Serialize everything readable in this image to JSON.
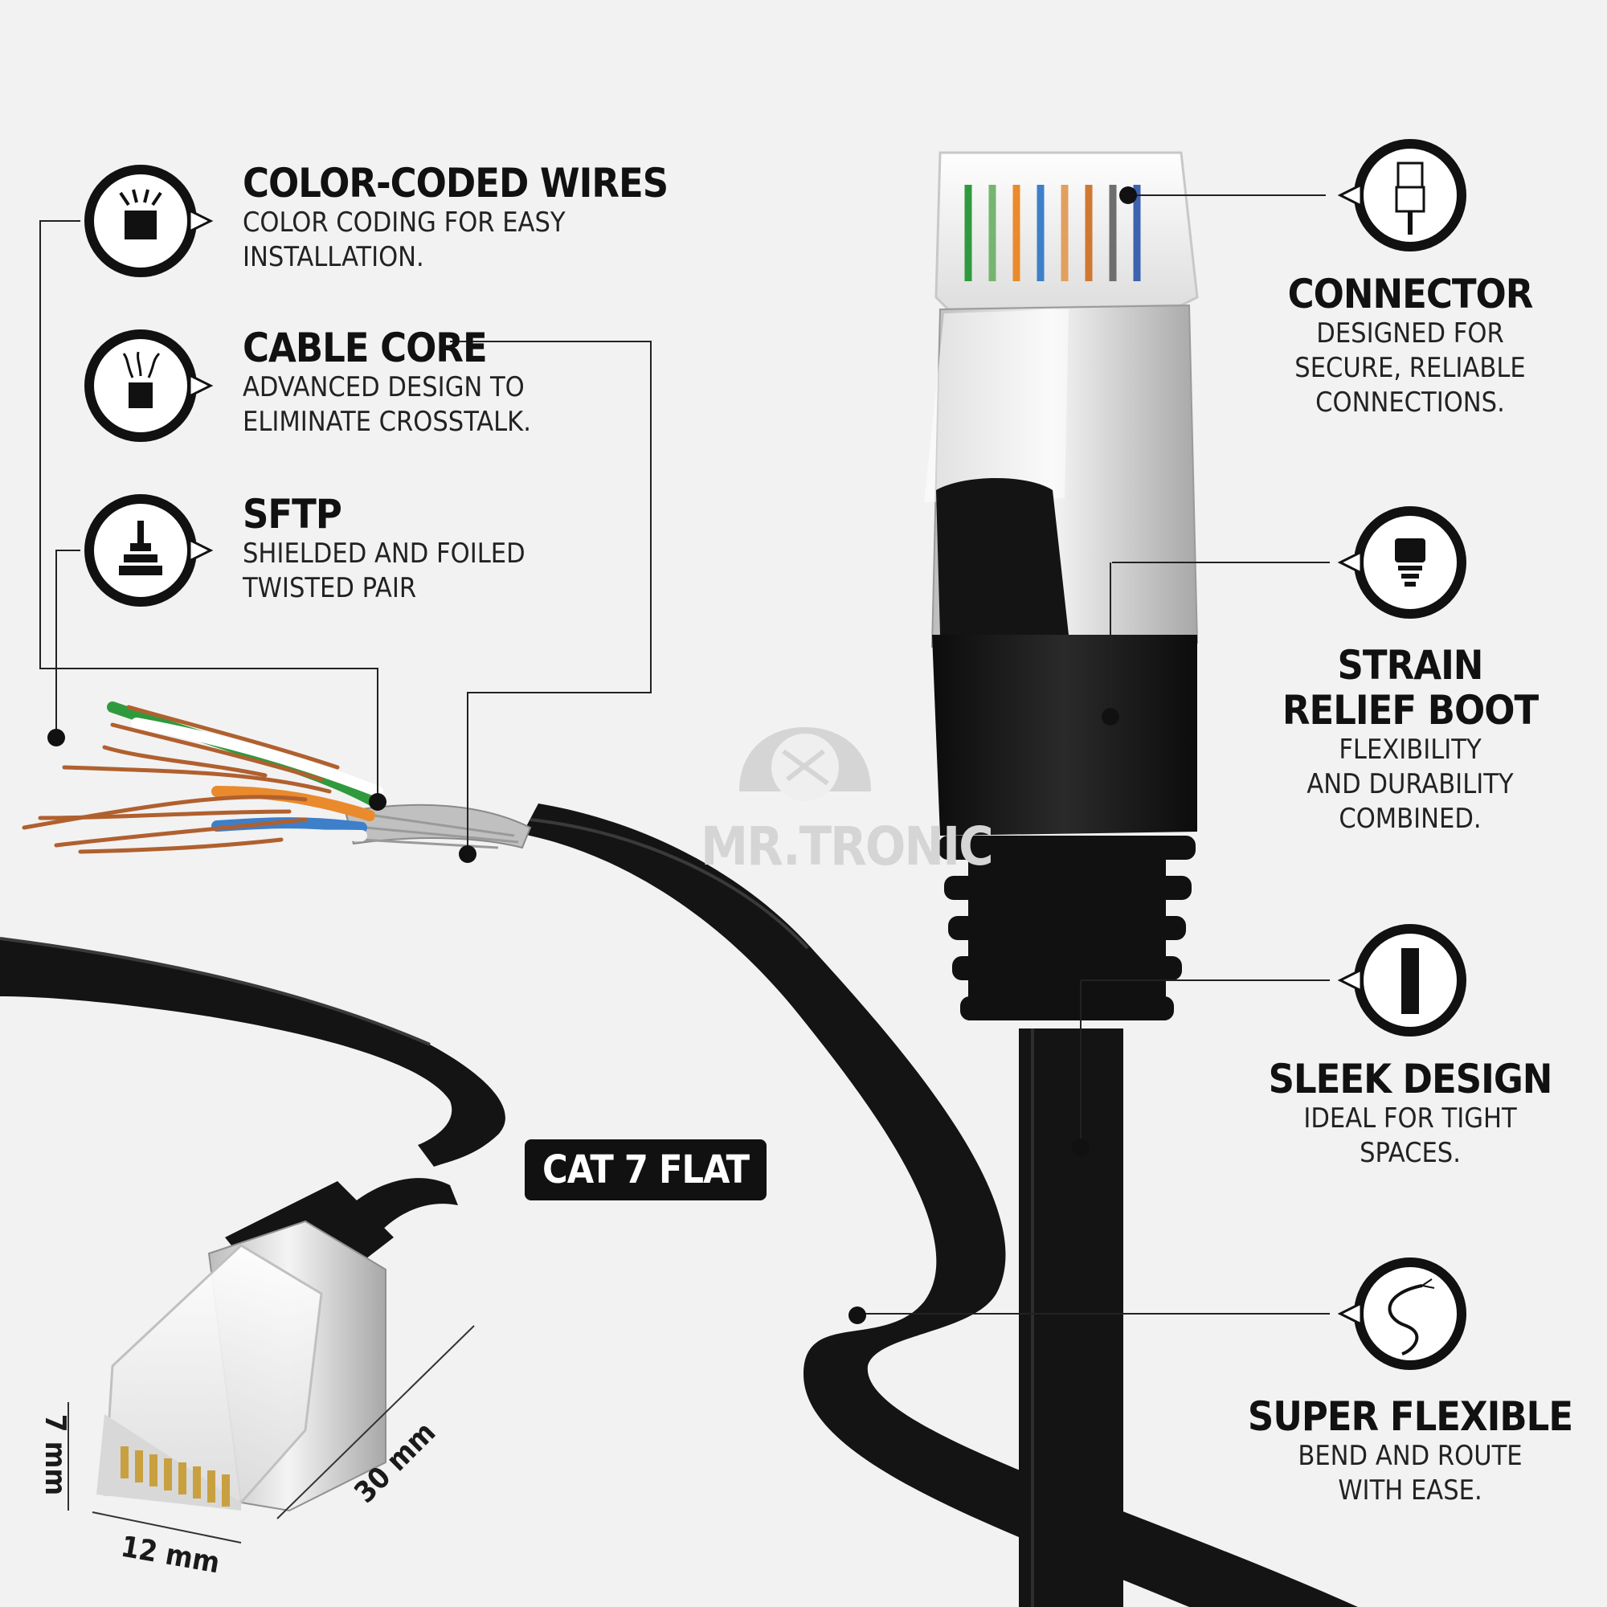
{
  "brand": {
    "name": "MR.TRONIC"
  },
  "badge": {
    "label": "CAT 7 FLAT"
  },
  "features_left": [
    {
      "icon": "color-coded-wires-icon",
      "title": "COLOR-CODED WIRES",
      "lines": [
        "COLOR CODING FOR EASY",
        "INSTALLATION."
      ]
    },
    {
      "icon": "cable-core-icon",
      "title": "CABLE CORE",
      "lines": [
        "ADVANCED DESIGN TO",
        "ELIMINATE CROSSTALK."
      ]
    },
    {
      "icon": "sftp-shield-icon",
      "title": "SFTP",
      "lines": [
        "SHIELDED AND FOILED",
        "TWISTED PAIR"
      ]
    }
  ],
  "features_right": [
    {
      "icon": "connector-icon",
      "title_lines": [
        "CONNECTOR"
      ],
      "lines": [
        "DESIGNED FOR",
        "SECURE, RELIABLE",
        "CONNECTIONS."
      ]
    },
    {
      "icon": "strain-relief-boot-icon",
      "title_lines": [
        "STRAIN",
        "RELIEF BOOT"
      ],
      "lines": [
        "FLEXIBILITY",
        "AND DURABILITY",
        "COMBINED."
      ]
    },
    {
      "icon": "sleek-design-icon",
      "title_lines": [
        "SLEEK DESIGN"
      ],
      "lines": [
        "IDEAL FOR TIGHT",
        "SPACES."
      ]
    },
    {
      "icon": "super-flexible-icon",
      "title_lines": [
        "SUPER FLEXIBLE"
      ],
      "lines": [
        "BEND AND ROUTE",
        "WITH EASE."
      ]
    }
  ],
  "dimensions": {
    "height": "7 mm",
    "width": "12 mm",
    "length": "30 mm"
  },
  "colors": {
    "cable": "#141414",
    "wire_copper": "#b0602f",
    "background": "#f2f2f2",
    "text": "#111111"
  }
}
